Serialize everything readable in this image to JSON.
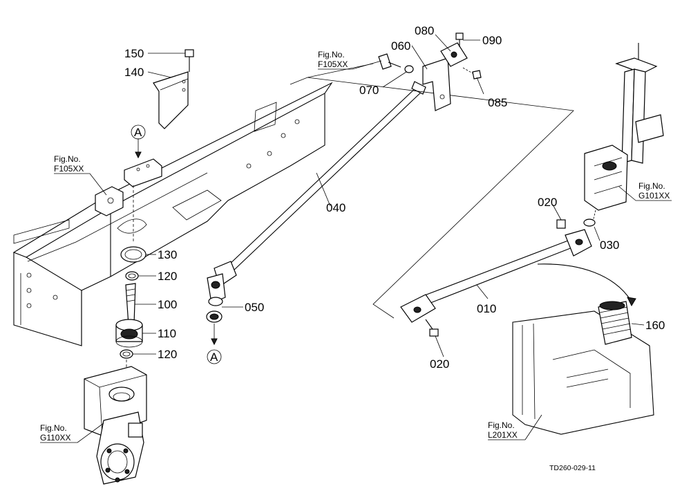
{
  "callouts": {
    "p150": "150",
    "p140": "140",
    "p130": "130",
    "p120a": "120",
    "p100": "100",
    "p110": "110",
    "p120b": "120",
    "p040": "040",
    "p050": "050",
    "p070": "070",
    "p060": "060",
    "p080": "080",
    "p090": "090",
    "p085": "085",
    "p020a": "020",
    "p030": "030",
    "p010": "010",
    "p020b": "020",
    "p160": "160"
  },
  "refs": {
    "fig1_label": "Fig.No.",
    "fig1_code": "F105XX",
    "fig2_label": "Fig.No.",
    "fig2_code": "F105XX",
    "fig3_label": "Fig.No.",
    "fig3_code": "G101XX",
    "fig4_label": "Fig.No.",
    "fig4_code": "G110XX",
    "fig5_label": "Fig.No.",
    "fig5_code": "L201XX"
  },
  "markers": {
    "a_top": "A",
    "a_bottom": "A"
  },
  "drawing_code": "TD260-029-11"
}
